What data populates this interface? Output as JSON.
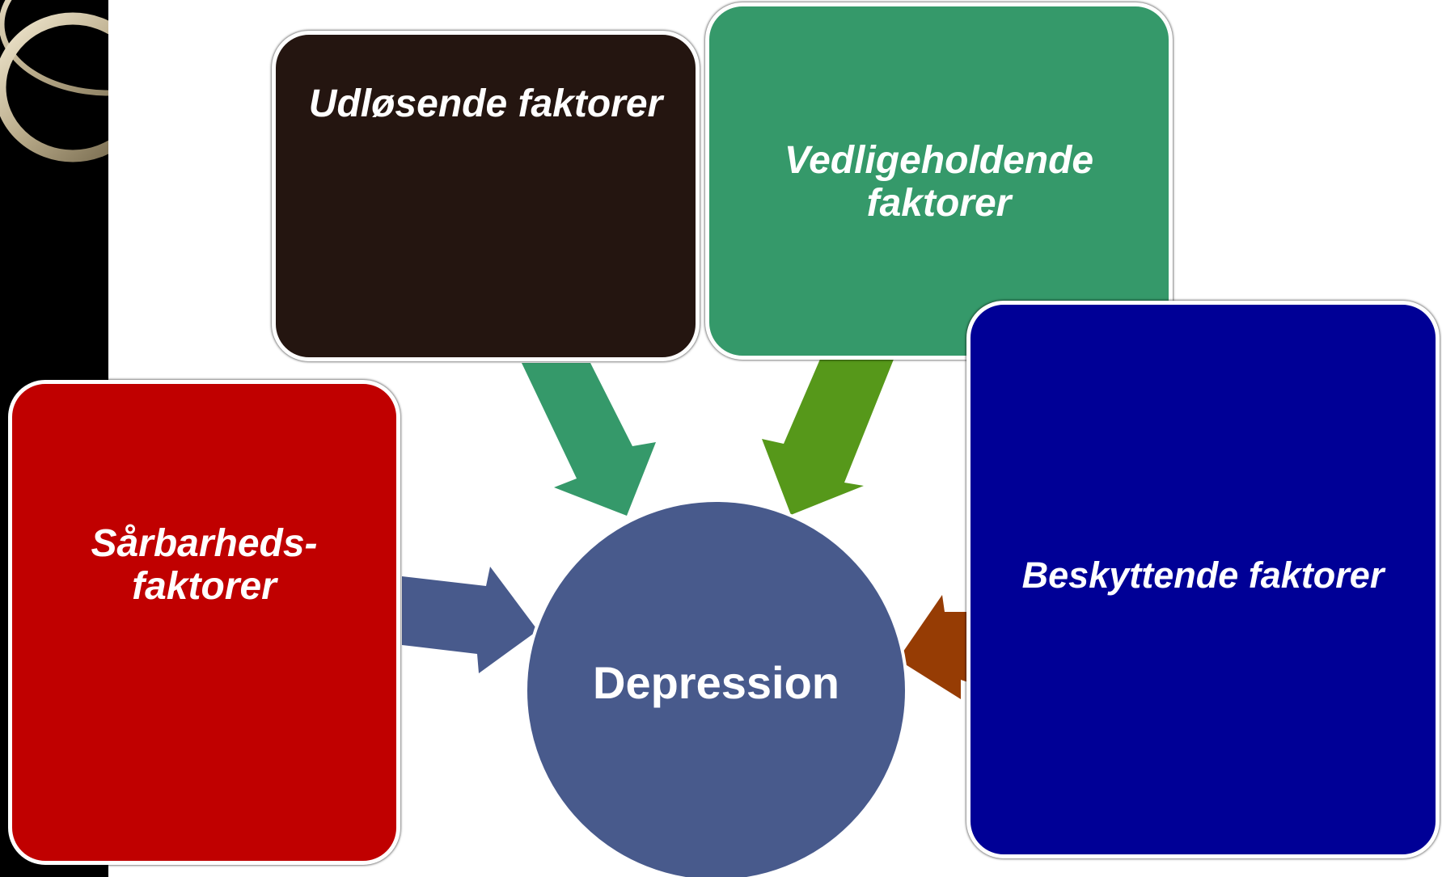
{
  "diagram": {
    "center": {
      "label": "Depression",
      "color": "#485a8c"
    },
    "factors": {
      "udlosende": {
        "label": "Udløsende faktorer",
        "color": "#241510",
        "arrow_color": "#35996a"
      },
      "vedligeholdende": {
        "label": "Vedligeholdende\nfaktorer",
        "color": "#35996a",
        "arrow_color": "#56981a"
      },
      "beskyttende": {
        "label": "Beskyttende faktorer",
        "color": "#000096",
        "arrow_color": "#963c04"
      },
      "sarbarheds": {
        "label": "Sårbarheds-\nfaktorer",
        "color": "#c00000",
        "arrow_color": "#485a8c"
      }
    }
  },
  "decoration": {
    "left_strip_color": "#000000",
    "ring_color": "#b9ab8a"
  }
}
